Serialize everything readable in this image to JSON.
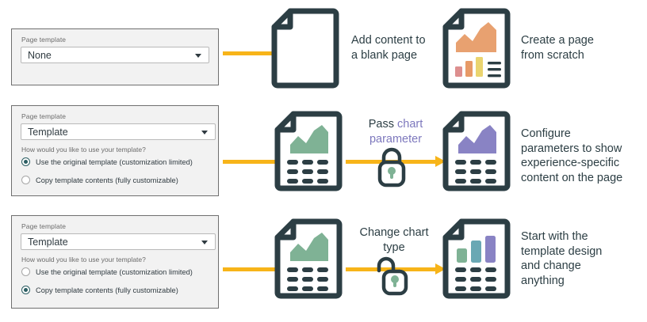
{
  "theme": {
    "ink": "#2c3e44",
    "arrow": "#f7b419",
    "panel_bg": "#f2f2f2",
    "panel_border": "#6f6f6f",
    "radio_on": "#2c5e63",
    "accent_purple": "#7d78bd",
    "chart_green": "#7fb295",
    "chart_purple": "#8983c4",
    "chart_orange": "#e8a170",
    "chart_teal": "#6aa8b4",
    "bar_pink": "#dd8f8f",
    "bar_orange": "#e79a67",
    "bar_yellow": "#ead46f"
  },
  "rows": [
    {
      "id": "blank-page",
      "form": {
        "field_label": "Page template",
        "select_value": "None",
        "caret_icon": "chevron-down-icon",
        "question": null,
        "options": []
      },
      "left_doc": "blank-document-icon",
      "caption_left": "Add content to\na blank page",
      "middle_annot": null,
      "right_doc": "chart-document-orange-icon",
      "caption_right": "Create a page\nfrom scratch"
    },
    {
      "id": "template-locked",
      "form": {
        "field_label": "Page template",
        "select_value": "Template",
        "caret_icon": "chevron-down-icon",
        "question": "How would you like to use your template?",
        "options": [
          {
            "label": "Use the original template (customization limited)",
            "selected": true
          },
          {
            "label": "Copy template contents (fully customizable)",
            "selected": false
          }
        ]
      },
      "left_doc": "chart-document-green-icon",
      "caption_left": null,
      "middle_annot": {
        "icon": "lock-closed-icon",
        "text_plain": "Pass ",
        "text_highlight": "chart\nparameter"
      },
      "right_doc": "chart-document-purple-icon",
      "caption_right": "Configure\nparameters to show\nexperience-specific\ncontent on the page"
    },
    {
      "id": "template-copy",
      "form": {
        "field_label": "Page template",
        "select_value": "Template",
        "caret_icon": "chevron-down-icon",
        "question": "How would you like to use your template?",
        "options": [
          {
            "label": "Use the original template (customization limited)",
            "selected": false
          },
          {
            "label": "Copy template contents (fully customizable)",
            "selected": true
          }
        ]
      },
      "left_doc": "chart-document-green-icon",
      "caption_left": null,
      "middle_annot": {
        "icon": "lock-open-icon",
        "text_plain": "Change chart\ntype",
        "text_highlight": null
      },
      "right_doc": "bar-document-icon",
      "caption_right": "Start with the\ntemplate design\nand change\nanything"
    }
  ]
}
